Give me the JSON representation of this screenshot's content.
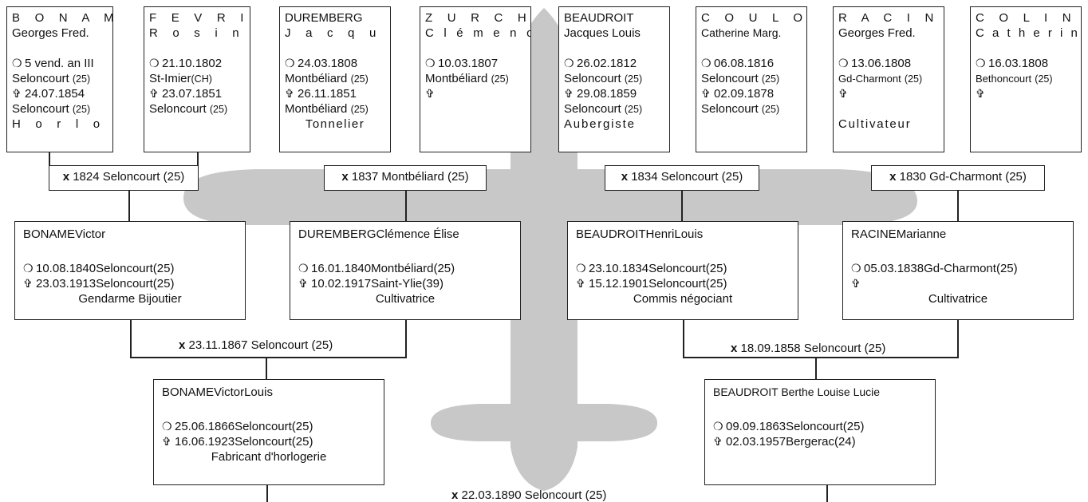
{
  "ancestors": [
    {
      "surname": "B O N A M E",
      "given": "Georges Fred.",
      "birth": {
        "date": "5 vend. an III",
        "place": "Seloncourt",
        "dept": "(25)"
      },
      "death": {
        "date": "24.07.1854",
        "place": "Seloncourt",
        "dept": "(25)"
      },
      "occupation": "H o r l o g e r"
    },
    {
      "surname": "F E V R I E R",
      "given": "R o s i n e",
      "birth": {
        "date": "21.10.1802",
        "place": "St-Imier",
        "dept": "(CH)"
      },
      "death": {
        "date": "23.07.1851",
        "place": "Seloncourt",
        "dept": "(25)"
      },
      "occupation": ""
    },
    {
      "surname": "DUREMBERG",
      "given": "J a c q u e s",
      "birth": {
        "date": "24.03.1808",
        "place": "Montbéliard",
        "dept": "(25)"
      },
      "death": {
        "date": "26.11.1851",
        "place": "Montbéliard",
        "dept": "(25)"
      },
      "occupation": "Tonnelier"
    },
    {
      "surname": "Z U R C H E R",
      "given": "C l é m e n c e",
      "birth": {
        "date": "10.03.1807",
        "place": "Montbéliard",
        "dept": "(25)"
      },
      "death": {
        "date": "",
        "place": "",
        "dept": ""
      },
      "occupation": ""
    },
    {
      "surname": "BEAUDROIT",
      "given": "Jacques Louis",
      "birth": {
        "date": "26.02.1812",
        "place": "Seloncourt",
        "dept": "(25)"
      },
      "death": {
        "date": "29.08.1859",
        "place": "Seloncourt",
        "dept": "(25)"
      },
      "occupation": "Aubergiste"
    },
    {
      "surname": "C O U L O N",
      "given": "Catherine Marg.",
      "birth": {
        "date": "06.08.1816",
        "place": "Seloncourt",
        "dept": "(25)"
      },
      "death": {
        "date": "02.09.1878",
        "place": "Seloncourt",
        "dept": "(25)"
      },
      "occupation": ""
    },
    {
      "surname": "R A C I N E",
      "given": "Georges Fred.",
      "birth": {
        "date": "13.06.1808",
        "place": "Gd-Charmont",
        "dept": "(25)"
      },
      "death": {
        "date": "",
        "place": "",
        "dept": ""
      },
      "occupation": "Cultivateur"
    },
    {
      "surname": "C O L I N",
      "given": "C a t h e r i n e",
      "birth": {
        "date": "16.03.1808",
        "place": "Bethoncourt",
        "dept": "(25)"
      },
      "death": {
        "date": "",
        "place": "",
        "dept": ""
      },
      "occupation": ""
    }
  ],
  "marriages_top": [
    {
      "x": "x",
      "text": "1824 Seloncourt (25)"
    },
    {
      "x": "x",
      "text": "1837 Montbéliard (25)"
    },
    {
      "x": "x",
      "text": "1834 Seloncourt (25)"
    },
    {
      "x": "x",
      "text": "1830 Gd-Charmont (25)"
    }
  ],
  "parents": [
    {
      "surname": "BONAME",
      "given": "Victor",
      "birth": {
        "date": "10.08.1840",
        "place": "Seloncourt",
        "dept": "(25)"
      },
      "death": {
        "date": "23.03.1913",
        "place": "Seloncourt",
        "dept": "(25)"
      },
      "occupation": "Gendarme Bijoutier"
    },
    {
      "surname": "DUREMBERG",
      "given": "Clémence  Élise",
      "birth": {
        "date": "16.01.1840",
        "place": "Montbéliard",
        "dept": "(25)"
      },
      "death": {
        "date": "10.02.1917",
        "place": "Saint-Ylie",
        "dept": "(39)"
      },
      "occupation": "Cultivatrice"
    },
    {
      "surname": "BEAUDROIT",
      "given": "Henri",
      "given2": "Louis",
      "birth": {
        "date": "23.10.1834",
        "place": "Seloncourt",
        "dept": "(25)"
      },
      "death": {
        "date": "15.12.1901",
        "place": "Seloncourt",
        "dept": "(25)"
      },
      "occupation": "Commis négociant"
    },
    {
      "surname": "RACINE",
      "given": "Marianne",
      "birth": {
        "date": "05.03.1838",
        "place": "Gd-Charmont",
        "dept": "(25)"
      },
      "death": {
        "date": "",
        "place": "",
        "dept": ""
      },
      "occupation": "Cultivatrice"
    }
  ],
  "marriages_mid": [
    {
      "x": "x",
      "text": "23.11.1867 Seloncourt (25)"
    },
    {
      "x": "x",
      "text": "18.09.1858 Seloncourt (25)"
    }
  ],
  "children": [
    {
      "surname": "BONAME",
      "given": "Victor",
      "given2": "Louis",
      "birth": {
        "date": "25.06.1866",
        "place": "Seloncourt",
        "dept": "(25)"
      },
      "death": {
        "date": "16.06.1923",
        "place": "Seloncourt",
        "dept": "(25)"
      },
      "occupation": "Fabricant d'horlogerie"
    },
    {
      "surname": "BEAUDROIT",
      "given": "Berthe Louise Lucie",
      "birth": {
        "date": "09.09.1863",
        "place": "Seloncourt",
        "dept": "(25)"
      },
      "death": {
        "date": "02.03.1957",
        "place": "Bergerac",
        "dept": "(24)"
      },
      "occupation": ""
    }
  ],
  "marriage_bottom": {
    "x": "x",
    "text": "22.03.1890 Seloncourt (25)"
  },
  "symbols": {
    "birth": "❍",
    "death": "✞"
  },
  "colors": {
    "watermark": "#c8c8c8",
    "line": "#222222"
  }
}
